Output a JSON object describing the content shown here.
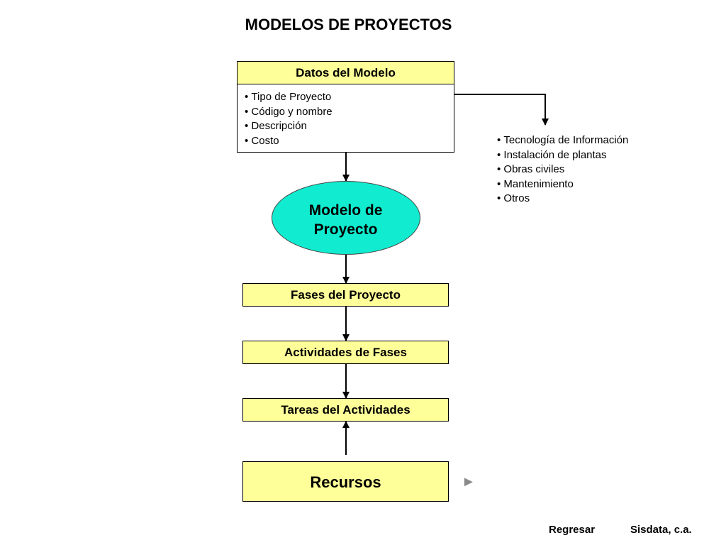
{
  "title": "MODELOS DE PROYECTOS",
  "datos_modelo": {
    "header": "Datos del Modelo",
    "items": [
      "Tipo de Proyecto",
      "Código y nombre",
      "Descripción",
      "Costo"
    ]
  },
  "project_types": [
    "Tecnología de Información",
    "Instalación de plantas",
    "Obras civiles",
    "Mantenimiento",
    "Otros"
  ],
  "model_node": {
    "line1": "Modelo de",
    "line2": "Proyecto"
  },
  "steps": [
    "Fases del Proyecto",
    "Actividades de Fases",
    "Tareas del Actividades"
  ],
  "resources": "Recursos",
  "footer": {
    "back": "Regresar",
    "brand": "Sisdata, c.a."
  },
  "colors": {
    "box_fill": "#ffff99",
    "ellipse_fill": "#11ecd0",
    "play_icon": "#8a8a8a"
  },
  "icons": {
    "next": "play-icon"
  }
}
